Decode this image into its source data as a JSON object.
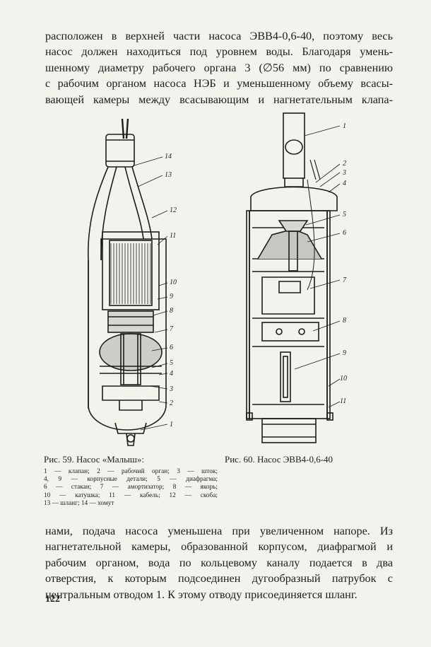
{
  "body_text_top": [
    "расположен в верхней части насоса ЭВВ4-0,6-40, поэтому весь",
    "насос должен находиться под уровнем воды. Благодаря умень-",
    "шенному диаметру рабочего органа 3 (∅56 мм) по сравнению",
    "с рабочим органом насоса НЭБ и уменьшенному объему всасы-",
    "вающей камеры между всасывающим и нагнетательным клапа-"
  ],
  "figure_59": {
    "caption": "Рис. 59. Насос «Малыш»:",
    "callouts": [
      "14",
      "13",
      "12",
      "11",
      "10",
      "9",
      "8",
      "7",
      "6",
      "5",
      "4",
      "3",
      "2",
      "1"
    ],
    "legend": [
      "1 — клапан;  2 — рабочий орган;  3 — шток;",
      "4, 9 — корпусные детали;  5 — диафрагма;",
      "6 — стакан;  7 — амортизатор;  8 — якорь;",
      "10 — катушка;  11 — кабель;  12 — скоба;",
      "13 — шланг;  14 — хомут"
    ]
  },
  "figure_60": {
    "caption": "Рис. 60. Насос ЭВВ4-0,6-40",
    "callouts": [
      "1",
      "2",
      "3",
      "4",
      "5",
      "6",
      "7",
      "8",
      "9",
      "10",
      "11"
    ]
  },
  "body_text_bottom": [
    "нами, подача насоса уменьшена при увеличенном напоре. Из",
    "нагнетательной камеры, образованной корпусом, диафрагмой и",
    "рабочим органом, вода по кольцевому каналу подается в два",
    "отверстия, к которым подсоединен дугообразный патрубок с",
    "центральным отводом 1. К этому отводу присоединяется шланг."
  ],
  "page_number": "122"
}
